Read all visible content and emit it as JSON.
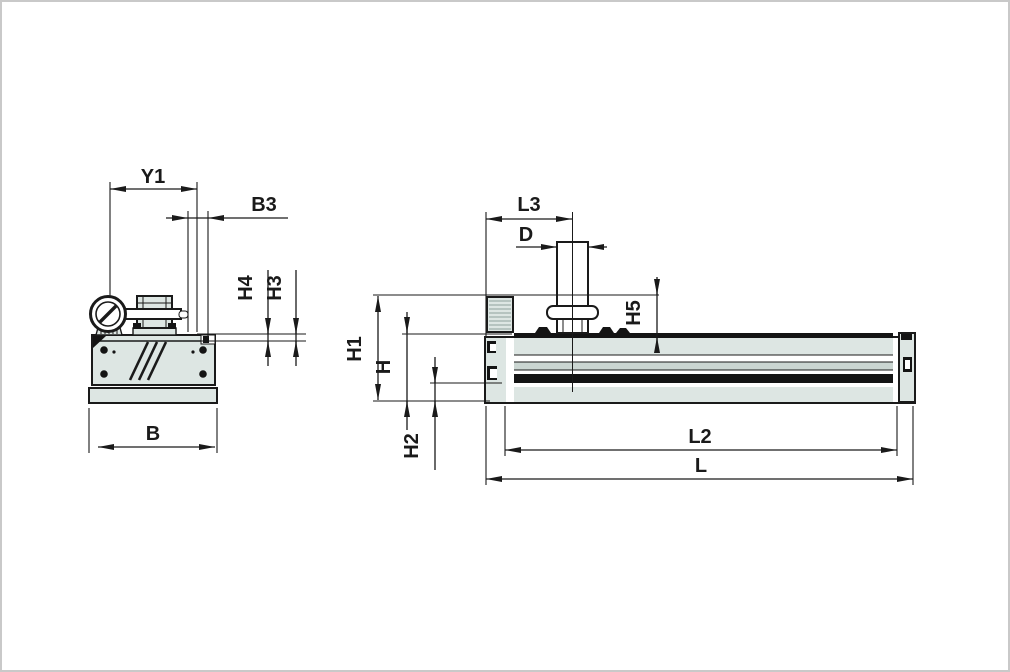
{
  "drawing": {
    "colors": {
      "background": "#ffffff",
      "line": "#1a1a1a",
      "fill_light": "#dde6e3",
      "fill_mid": "#cbd6d2",
      "fill_dark": "#141414",
      "frame": "#c9c9c9",
      "hatch": "#9fb0ac"
    },
    "views": {
      "end_view": {
        "dimensions": {
          "y1": "Y1",
          "b3": "B3",
          "h4": "H4",
          "h3": "H3",
          "b": "B"
        }
      },
      "side_view": {
        "dimensions": {
          "l3": "L3",
          "d": "D",
          "h5": "H5",
          "h1": "H1",
          "h": "H",
          "h2": "H2",
          "l2": "L2",
          "l": "L"
        }
      }
    }
  }
}
